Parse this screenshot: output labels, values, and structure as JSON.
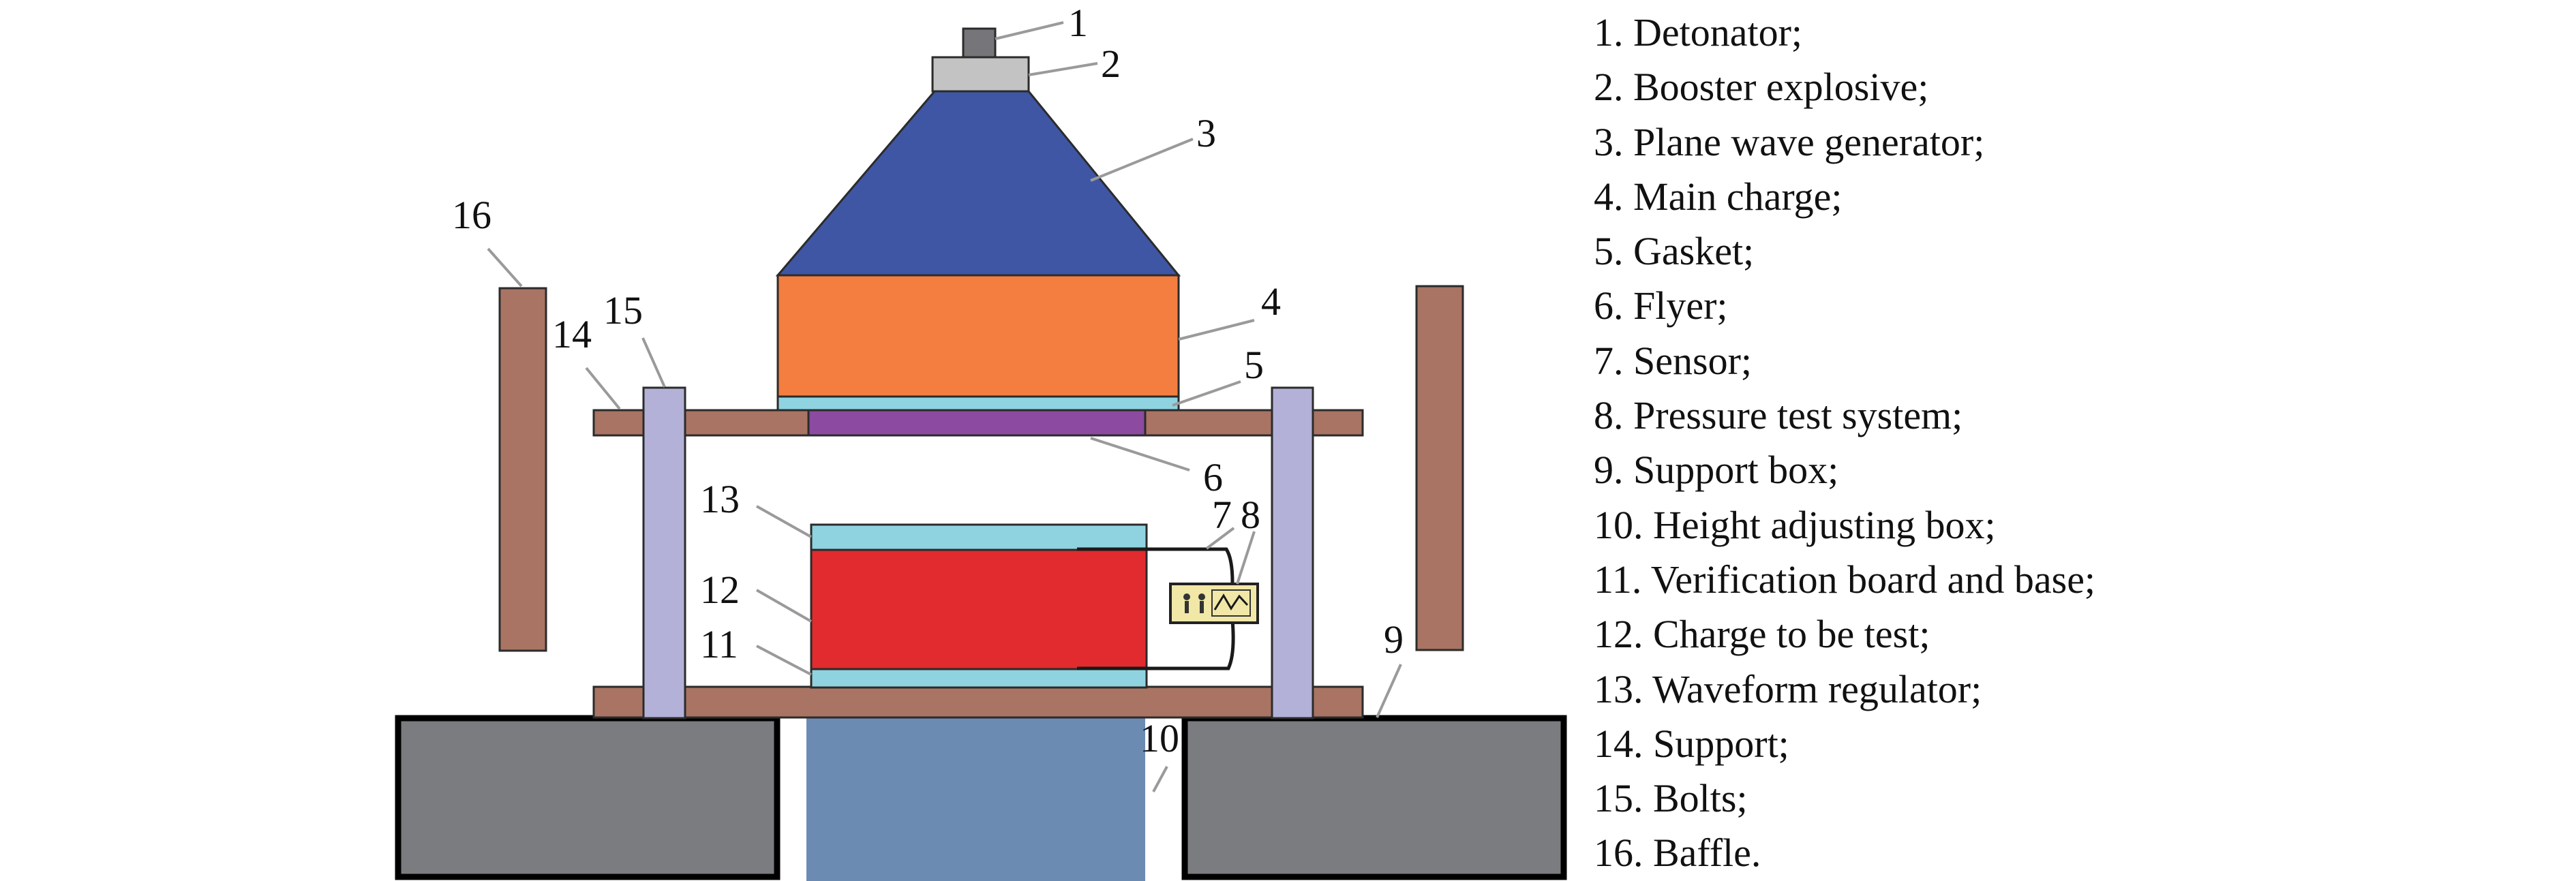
{
  "colors": {
    "detonator": "#75757a",
    "booster": "#c3c3c3",
    "plane_wave_generator": "#3f56a5",
    "main_charge": "#f37e3f",
    "gasket": "#8fd3e0",
    "flyer": "#8c4aa0",
    "support": "#a97463",
    "bolts": "#b3b1d8",
    "charge_to_be_test": "#e22b2e",
    "waveform_regulator": "#8fd3e0",
    "support_box": "#7b7c80",
    "height_adjusting_box": "#6c8bb3",
    "baffle": "#a97463",
    "pressure_test_system": "#f1e7a7"
  },
  "callouts": {
    "n1": "1",
    "n2": "2",
    "n3": "3",
    "n4": "4",
    "n5": "5",
    "n6": "6",
    "n7": "7",
    "n8": "8",
    "n9": "9",
    "n10": "10",
    "n11": "11",
    "n12": "12",
    "n13": "13",
    "n14": "14",
    "n15": "15",
    "n16": "16"
  },
  "legend": [
    "1. Detonator;",
    "2. Booster explosive;",
    "3. Plane wave generator;",
    "4. Main charge;",
    "5. Gasket;",
    "6. Flyer;",
    "7. Sensor;",
    "8. Pressure test system;",
    "9. Support box;",
    "10. Height adjusting box;",
    "11. Verification board and base;",
    "12. Charge to be test;",
    "13. Waveform regulator;",
    "14. Support;",
    "15. Bolts;",
    "16. Baffle."
  ]
}
